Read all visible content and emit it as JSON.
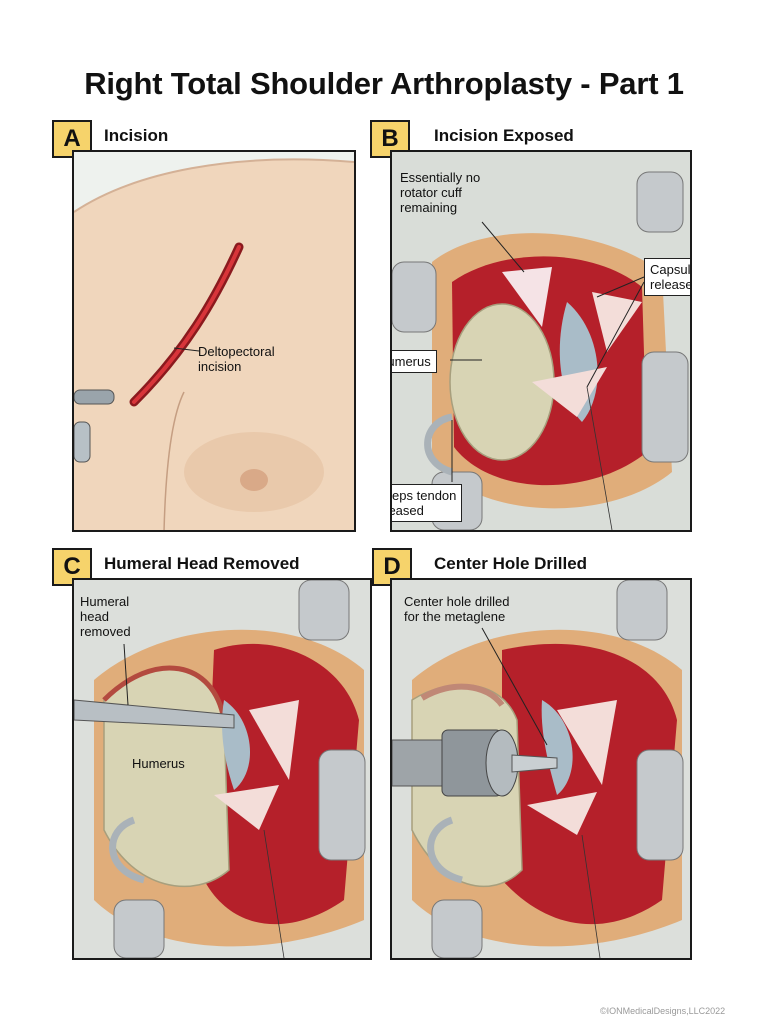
{
  "title": "Right Total Shoulder Arthroplasty - Part 1",
  "panels": [
    {
      "letter": "A",
      "title": "Incision",
      "labels": [
        "Deltopectoral\nincision"
      ]
    },
    {
      "letter": "B",
      "title": "Incision Exposed",
      "labels": [
        "Essentially no\nrotator cuff\nremaining",
        "Capsule\nreleased",
        "Humerus",
        "Biceps tendon\nreleased"
      ]
    },
    {
      "letter": "C",
      "title": "Humeral Head Removed",
      "labels": [
        "Humeral\nhead\nremoved",
        "Humerus"
      ]
    },
    {
      "letter": "D",
      "title": "Center Hole Drilled",
      "labels": [
        "Center hole drilled\nfor the metaglene"
      ]
    }
  ],
  "copyright": "©IONMedicalDesigns,LLC2022",
  "colors": {
    "letter_bg": "#f6d36b",
    "skin": "#f0d6bc",
    "tissue": "#b5202a",
    "bone": "#d8d4b4"
  }
}
